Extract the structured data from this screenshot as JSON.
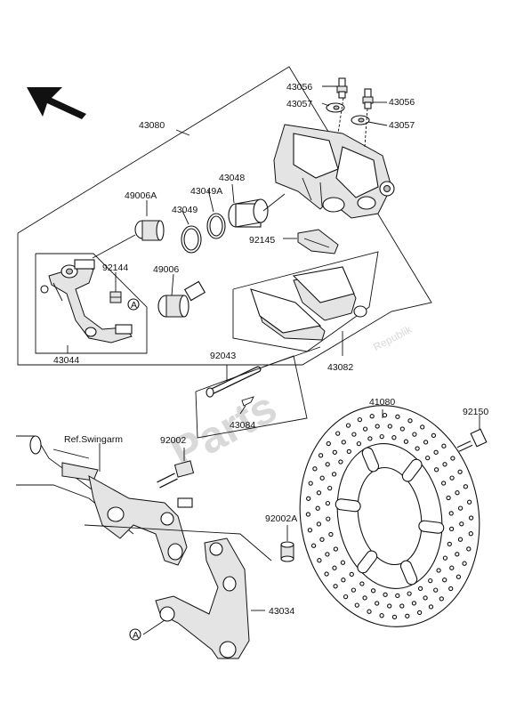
{
  "labels": {
    "p43056a": "43056",
    "p43056b": "43056",
    "p43057a": "43057",
    "p43057b": "43057",
    "p43080": "43080",
    "p43048": "43048",
    "p43049A": "43049A",
    "p49006A": "49006A",
    "p43049": "43049",
    "p92145": "92145",
    "p92144": "92144",
    "p49006": "49006",
    "pA1": "A",
    "p43044": "43044",
    "p92043": "92043",
    "p43082": "43082",
    "p43084": "43084",
    "p41080": "41080",
    "p92150": "92150",
    "refSwing": "Ref.Swingarm",
    "p92002": "92002",
    "p92002A": "92002A",
    "p43034": "43034",
    "pA2": "A"
  },
  "watermark": {
    "brand": "Parts",
    "sub": "Republik"
  },
  "colors": {
    "line": "#111111",
    "watermark": "#d9d9d9"
  },
  "icons": {
    "direction": "front-arrow-icon"
  }
}
